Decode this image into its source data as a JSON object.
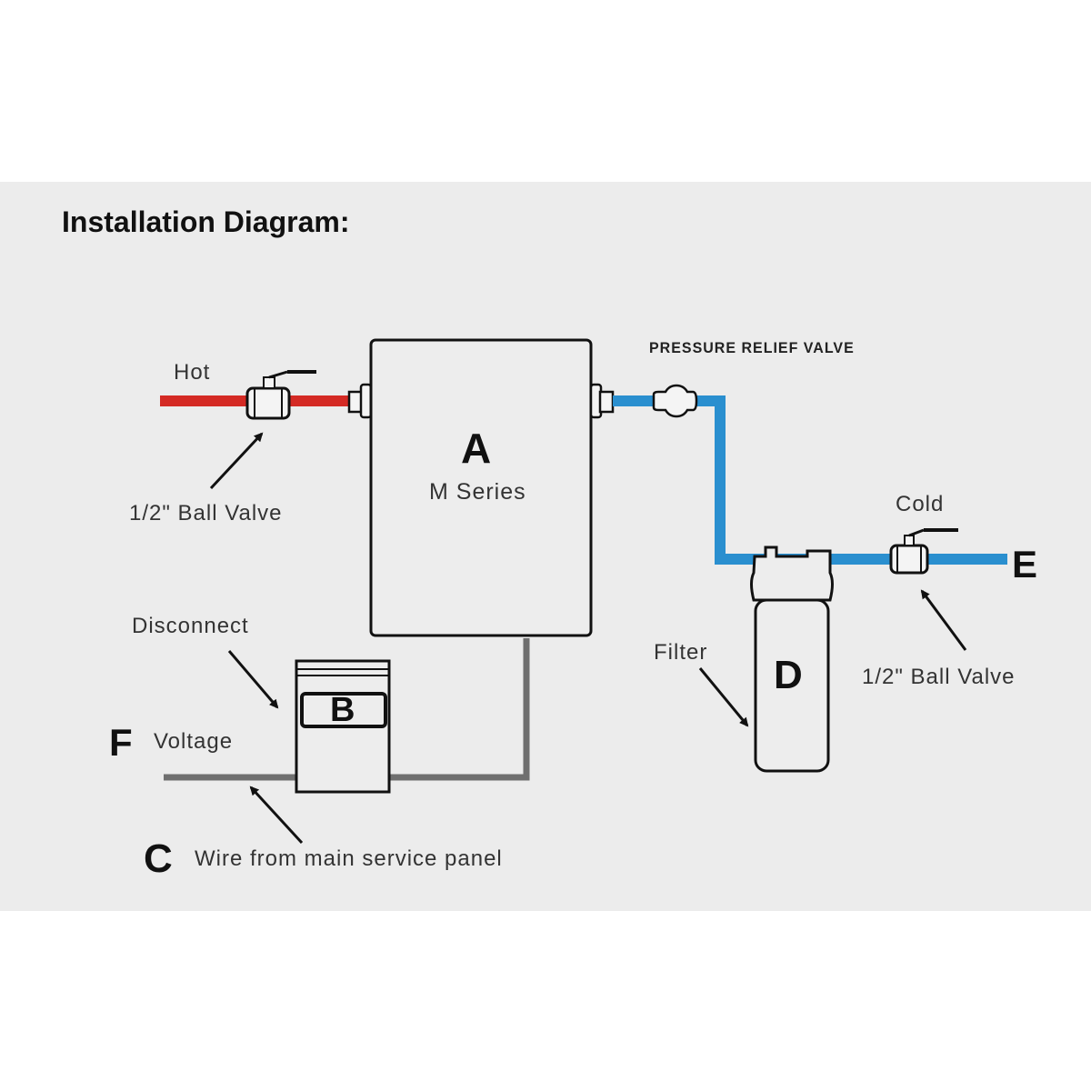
{
  "title": "Installation Diagram:",
  "labels": {
    "hot": "Hot",
    "cold": "Cold",
    "hot_valve": "1/2\" Ball Valve",
    "cold_valve": "1/2\" Ball Valve",
    "pressure_relief_valve": "PRESSURE RELIEF VALVE",
    "heater_letter": "A",
    "heater_model": "M   Series",
    "disconnect": "Disconnect",
    "disconnect_letter": "B",
    "wire_letter": "C",
    "wire_desc": "Wire from main service panel",
    "filter": "Filter",
    "filter_letter": "D",
    "outlet_letter": "E",
    "voltage_letter": "F",
    "voltage": "Voltage"
  },
  "colors": {
    "hot_pipe": "#d42a24",
    "cold_pipe": "#2a8fcf",
    "wire": "#6f6f6f",
    "outline": "#111111",
    "background": "#ececec"
  }
}
